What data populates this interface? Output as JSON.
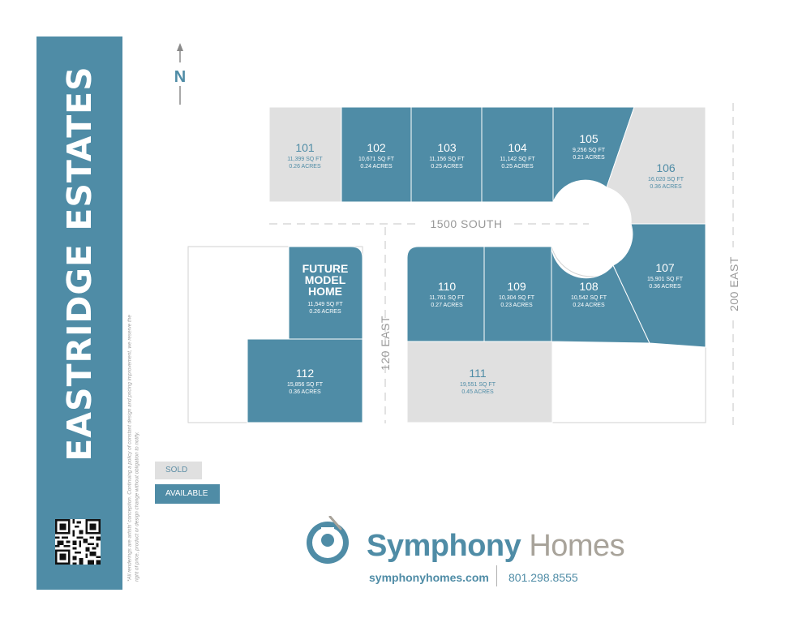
{
  "title": "EASTRIDGE ESTATES",
  "compass": "N",
  "disclaimer": "*All renderings are artists' conception. Continuing a policy of constant design and pricing improvement, we reserve the right of price, product or design change without obligation to notify.",
  "roads": {
    "south": "1500 SOUTH",
    "east120": "120 EAST",
    "east200": "200 EAST"
  },
  "lots": {
    "l101": {
      "number": "101",
      "sqft": "11,399 SQ FT",
      "acres": "0.26 ACRES",
      "status": "sold"
    },
    "l102": {
      "number": "102",
      "sqft": "10,671 SQ FT",
      "acres": "0.24 ACRES",
      "status": "available"
    },
    "l103": {
      "number": "103",
      "sqft": "11,156 SQ FT",
      "acres": "0.25 ACRES",
      "status": "available"
    },
    "l104": {
      "number": "104",
      "sqft": "11,142 SQ FT",
      "acres": "0.25 ACRES",
      "status": "available"
    },
    "l105": {
      "number": "105",
      "sqft": "9,256 SQ FT",
      "acres": "0.21 ACRES",
      "status": "available"
    },
    "l106": {
      "number": "106",
      "sqft": "16,020 SQ FT",
      "acres": "0.36 ACRES",
      "status": "sold"
    },
    "l107": {
      "number": "107",
      "sqft": "15,901 SQ FT",
      "acres": "0.36 ACRES",
      "status": "available"
    },
    "l108": {
      "number": "108",
      "sqft": "10,542 SQ FT",
      "acres": "0.24 ACRES",
      "status": "available"
    },
    "l109": {
      "number": "109",
      "sqft": "10,304 SQ FT",
      "acres": "0.23 ACRES",
      "status": "available"
    },
    "l110": {
      "number": "110",
      "sqft": "11,761 SQ FT",
      "acres": "0.27 ACRES",
      "status": "available"
    },
    "l111": {
      "number": "111",
      "sqft": "19,551 SQ FT",
      "acres": "0.45 ACRES",
      "status": "sold"
    },
    "l112": {
      "number": "112",
      "sqft": "15,856 SQ FT",
      "acres": "0.36 ACRES",
      "status": "available"
    },
    "model": {
      "line1": "FUTURE",
      "line2": "MODEL",
      "line3": "HOME",
      "sqft": "11,549 SQ FT",
      "acres": "0.26 ACRES",
      "status": "available"
    }
  },
  "legend": {
    "sold": "SOLD",
    "available": "AVAILABLE"
  },
  "colors": {
    "available": "#4f8ca6",
    "sold": "#e0e0e0",
    "band": "#4f8ca6",
    "brand_secondary": "#a8a39a"
  },
  "brand": {
    "name_first": "Symphony",
    "name_second": "Homes",
    "website": "symphonyhomes.com",
    "phone": "801.298.8555"
  },
  "icons": {
    "compass": "north-arrow-icon",
    "qr": "qr-code-icon",
    "logo": "symphony-logo-icon"
  }
}
